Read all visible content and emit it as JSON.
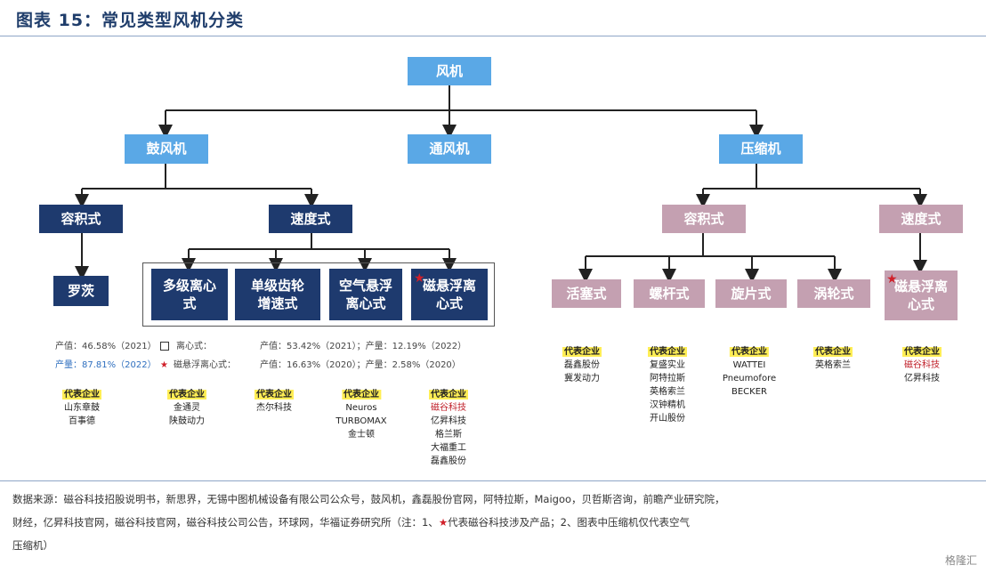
{
  "title": "图表 15：常见类型风机分类",
  "nodes": {
    "root": "风机",
    "blower": "鼓风机",
    "ventilator": "通风机",
    "compressor": "压缩机",
    "blower_positive": "容积式",
    "blower_speed": "速度式",
    "roots": "罗茨",
    "multistage": "多级离心式",
    "single_gear": "单级齿轮增速式",
    "air_bearing": "空气悬浮离心式",
    "mag_bearing": "磁悬浮离心式",
    "comp_positive": "容积式",
    "comp_speed": "速度式",
    "piston": "活塞式",
    "screw": "螺杆式",
    "rotary_vane": "旋片式",
    "scroll": "涡轮式",
    "comp_mag": "磁悬浮离心式"
  },
  "stats": {
    "roots_share": "产值：46.58%（2021）",
    "roots_volume": "产量：87.81%（2022）",
    "legend_box": "离心式：",
    "legend_star": "磁悬浮离心式：",
    "centrifugal": "产值：53.42%（2021）；产量：12.19%（2022）",
    "maglev": "产值：16.63%（2020）；产量：2.58%（2020）"
  },
  "rep_label": "代表企业",
  "reps": {
    "roots": [
      "山东章鼓",
      "百事德"
    ],
    "multistage": [
      "金通灵",
      "陕鼓动力"
    ],
    "single_gear": [
      "杰尔科技"
    ],
    "air_bearing": [
      "Neuros",
      "TURBOMAX",
      "金士顿"
    ],
    "mag_bearing": [
      "磁谷科技",
      "亿昇科技",
      "格兰斯",
      "大福重工",
      "磊鑫股份"
    ],
    "piston": [
      "磊鑫股份",
      "冀发动力"
    ],
    "screw": [
      "复盛实业",
      "阿特拉斯",
      "英格索兰",
      "汉钟精机",
      "开山股份"
    ],
    "rotary_vane": [
      "WATTEI",
      "Pneumofore",
      "BECKER"
    ],
    "scroll": [
      "英格索兰"
    ],
    "comp_mag": [
      "磁谷科技",
      "亿昇科技"
    ]
  },
  "footer": {
    "line1": "数据来源：磁谷科技招股说明书，新思界，无锡中图机械设备有限公司公众号，鼓风机，鑫磊股份官网，阿特拉斯，Maigoo，贝哲斯咨询，前瞻产业研究院，",
    "line2a": "财经，亿昇科技官网，磁谷科技官网，磁谷科技公司公告，环球网，华福证券研究所（注：1、",
    "line2_star": "★",
    "line2b": "代表磁谷科技涉及产品；2、图表中压缩机仅代表空气",
    "line3": "压缩机）"
  },
  "watermark": "格隆汇",
  "colors": {
    "light_blue": "#5aa8e6",
    "navy": "#1e3a6e",
    "pink": "#c4a0b1",
    "title": "#1f3d6b",
    "star": "#d0202a"
  }
}
